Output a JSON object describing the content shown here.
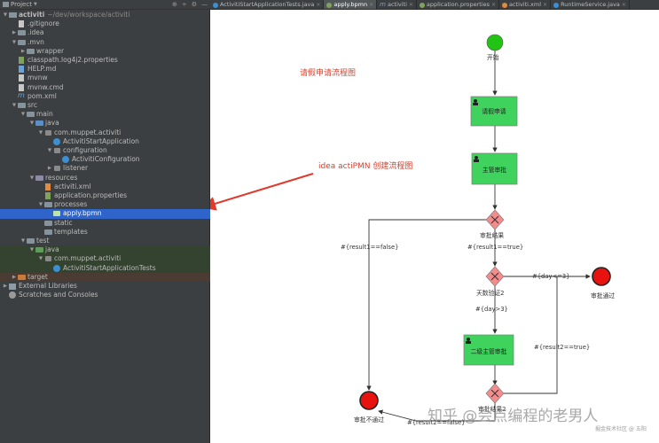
{
  "panel": {
    "title": "Project",
    "tools": [
      "⊕",
      "÷",
      "⚙",
      "—"
    ]
  },
  "tree": [
    {
      "label": "activiti",
      "suffix": "~/dev/workspace/activiti",
      "depth": 0,
      "arrow": "▼",
      "icon": "module"
    },
    {
      "label": ".gitignore",
      "depth": 1,
      "arrow": "",
      "icon": "file"
    },
    {
      "label": ".idea",
      "depth": 1,
      "arrow": "▶",
      "icon": "folder"
    },
    {
      "label": ".mvn",
      "depth": 1,
      "arrow": "▼",
      "icon": "folder"
    },
    {
      "label": "wrapper",
      "depth": 2,
      "arrow": "▶",
      "icon": "folder"
    },
    {
      "label": "classpath.log4j2.properties",
      "depth": 1,
      "arrow": "",
      "icon": "props"
    },
    {
      "label": "HELP.md",
      "depth": 1,
      "arrow": "",
      "icon": "md"
    },
    {
      "label": "mvnw",
      "depth": 1,
      "arrow": "",
      "icon": "file"
    },
    {
      "label": "mvnw.cmd",
      "depth": 1,
      "arrow": "",
      "icon": "file"
    },
    {
      "label": "pom.xml",
      "depth": 1,
      "arrow": "",
      "icon": "maven"
    },
    {
      "label": "src",
      "depth": 1,
      "arrow": "▼",
      "icon": "folder"
    },
    {
      "label": "main",
      "depth": 2,
      "arrow": "▼",
      "icon": "folder"
    },
    {
      "label": "java",
      "depth": 3,
      "arrow": "▼",
      "icon": "folder-src"
    },
    {
      "label": "com.muppet.activiti",
      "depth": 4,
      "arrow": "▼",
      "icon": "package"
    },
    {
      "label": "ActivitiStartApplication",
      "depth": 5,
      "arrow": "",
      "icon": "class"
    },
    {
      "label": "configuration",
      "depth": 5,
      "arrow": "▼",
      "icon": "package"
    },
    {
      "label": "ActivitiConfiguration",
      "depth": 6,
      "arrow": "",
      "icon": "class"
    },
    {
      "label": "listener",
      "depth": 5,
      "arrow": "▶",
      "icon": "package"
    },
    {
      "label": "resources",
      "depth": 3,
      "arrow": "▼",
      "icon": "folder-res"
    },
    {
      "label": "activiti.xml",
      "depth": 4,
      "arrow": "",
      "icon": "xml"
    },
    {
      "label": "application.properties",
      "depth": 4,
      "arrow": "",
      "icon": "props"
    },
    {
      "label": "processes",
      "depth": 4,
      "arrow": "▼",
      "icon": "folder"
    },
    {
      "label": "apply.bpmn",
      "depth": 5,
      "arrow": "",
      "icon": "bpmn",
      "selected": true
    },
    {
      "label": "static",
      "depth": 4,
      "arrow": "",
      "icon": "folder"
    },
    {
      "label": "templates",
      "depth": 4,
      "arrow": "",
      "icon": "folder"
    },
    {
      "label": "test",
      "depth": 2,
      "arrow": "▼",
      "icon": "folder"
    },
    {
      "label": "java",
      "depth": 3,
      "arrow": "▼",
      "icon": "folder-test",
      "test": true
    },
    {
      "label": "com.muppet.activiti",
      "depth": 4,
      "arrow": "▼",
      "icon": "package",
      "test": true
    },
    {
      "label": "ActivitiStartApplicationTests",
      "depth": 5,
      "arrow": "",
      "icon": "class",
      "test": true
    },
    {
      "label": "target",
      "depth": 1,
      "arrow": "▶",
      "icon": "folder-orange",
      "excluded": true
    },
    {
      "label": "External Libraries",
      "depth": 0,
      "arrow": "▶",
      "icon": "library"
    },
    {
      "label": "Scratches and Consoles",
      "depth": 0,
      "arrow": "",
      "icon": "scratch"
    }
  ],
  "tabs": [
    {
      "label": "ActivitiStartApplicationTests.java",
      "icon": "class"
    },
    {
      "label": "apply.bpmn",
      "icon": "bpmn",
      "active": true
    },
    {
      "label": "activiti",
      "icon": "maven"
    },
    {
      "label": "application.properties",
      "icon": "props"
    },
    {
      "label": "activiti.xml",
      "icon": "xml"
    },
    {
      "label": "RuntimeService.java",
      "icon": "class"
    }
  ],
  "diagram": {
    "title_note": "请假申请流程图",
    "annotation": "idea actiPMN 创建流程图",
    "start_label": "开始",
    "task_apply": "请假申请",
    "task_manager": "主管审批",
    "gateway1_label": "审批结果",
    "cond_false": "#{result1==false}",
    "cond_true": "#{result1==true}",
    "gateway2_label": "天数验证2",
    "cond_day_le3": "#{day<=3}",
    "cond_day_gt3": "#{day>3}",
    "end_pass_label": "审批通过",
    "task_second": "二级主管审批",
    "cond_result2_true": "#{result2==true}",
    "gateway3_label": "审批结果2",
    "end_fail_label": "审批不通过",
    "cond_result2_false": "#{result2==false}",
    "colors": {
      "start": "#22c414",
      "end": "#e8130f",
      "task_fill": "#3fd35d",
      "gateway_fill": "#f58c8c",
      "annotation": "#d6402e",
      "arrow": "#e03a2c"
    }
  },
  "watermark": {
    "main": "知乎 @会点编程的老男人",
    "sub": "掘金技术社区 @ 五阳"
  }
}
